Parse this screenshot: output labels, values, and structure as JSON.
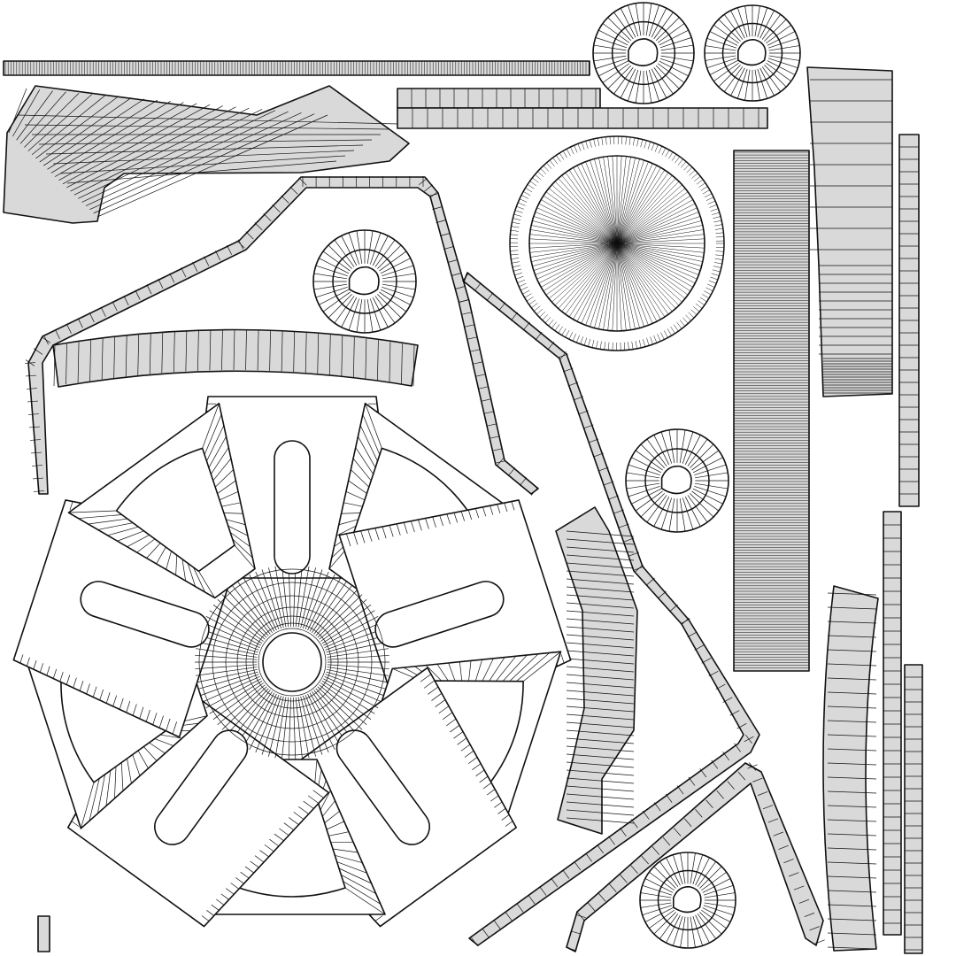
{
  "canvas": {
    "background": "#ffffff",
    "island_fill": "#d9d9d9",
    "wire_color": "#111111"
  },
  "islands": [
    {
      "name": "uv-island-top-long-strip"
    },
    {
      "name": "uv-island-upper-left-fender"
    },
    {
      "name": "uv-island-top-center-strip"
    },
    {
      "name": "uv-island-tread-disc"
    },
    {
      "name": "uv-island-rim-ring"
    },
    {
      "name": "uv-island-vertical-dense-strip"
    },
    {
      "name": "uv-island-right-tall-panel"
    },
    {
      "name": "uv-island-right-thin-strip"
    },
    {
      "name": "uv-island-left-bent-tube"
    },
    {
      "name": "uv-island-curved-tread-strip"
    },
    {
      "name": "uv-island-wheel-spokes"
    },
    {
      "name": "uv-island-hub-rings"
    },
    {
      "name": "uv-island-center-mudguard"
    },
    {
      "name": "uv-island-long-diagonal-tube"
    },
    {
      "name": "uv-island-bottom-right-curved-strip"
    }
  ]
}
